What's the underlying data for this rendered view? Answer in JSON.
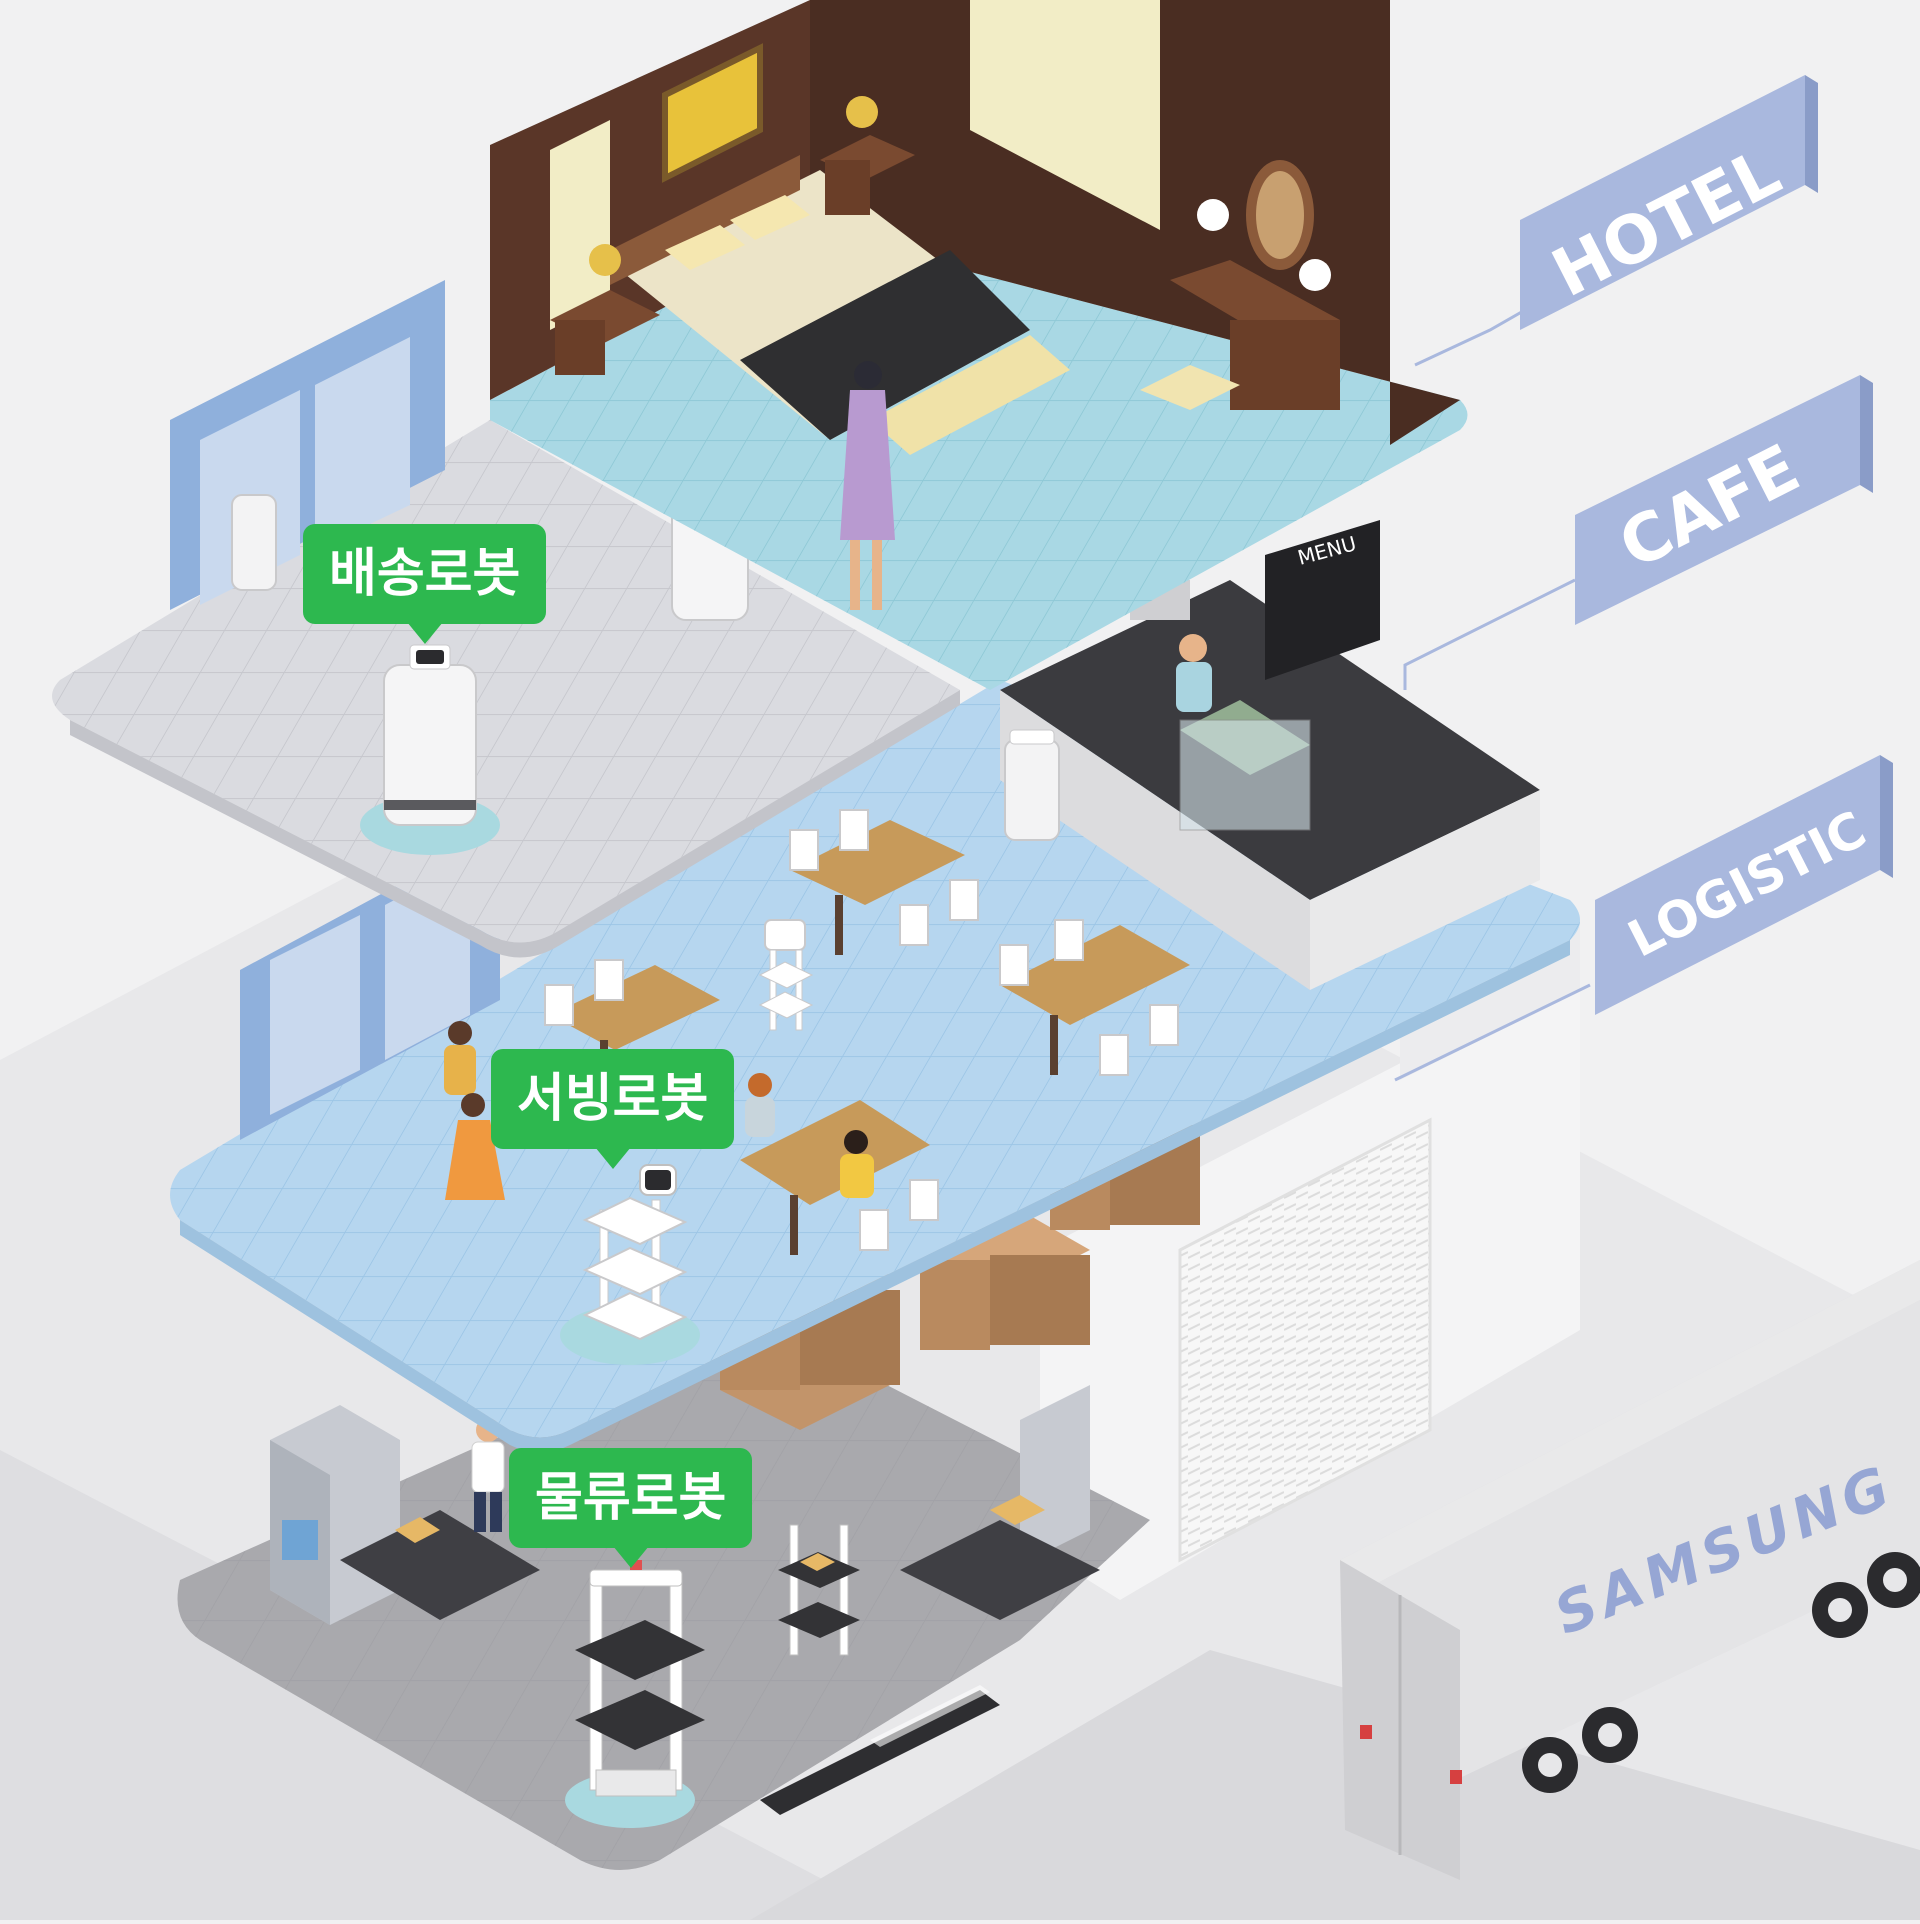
{
  "signs": {
    "hotel": "HOTEL",
    "cafe": "CAFE",
    "logistic": "LOGISTIC"
  },
  "robot_labels": {
    "delivery": "배송로봇",
    "serving": "서빙로봇",
    "logistics": "물류로봇"
  },
  "truck_brand": "SAMSUNG",
  "cafe_menu_board": "MENU",
  "colors": {
    "label_green": "#2db84f",
    "sign_blue": "#a9b8de",
    "floor_blue": "#b6d6ef",
    "hotel_floor": "#a9d8e4",
    "lobby_floor": "#dadbe0"
  }
}
